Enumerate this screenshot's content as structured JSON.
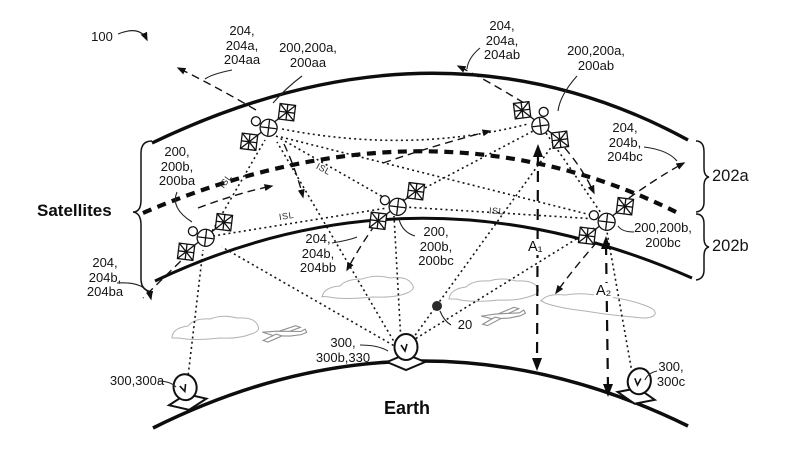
{
  "diagram": {
    "figure_ref": "100",
    "group_label": "Satellites",
    "earth_label": "Earth",
    "obstruction_ref": "20",
    "isl_label": "ISL",
    "shells": {
      "upper": "202a",
      "lower": "202b"
    },
    "altitudes": {
      "a1": "A₁",
      "a2": "A₂"
    },
    "satellite_labels": {
      "upper_left": "200,200a,\n200aa",
      "upper_right": "200,200a,\n200ab",
      "lower_left": "200,\n200b,\n200ba",
      "lower_center": "200,\n200b,\n200bc",
      "lower_right": "200,200b,\n200bc"
    },
    "beam_labels": {
      "upper_left": "204,\n204a,\n204aa",
      "upper_right": "204,\n204a,\n204ab",
      "right": "204,\n204b,\n204bc",
      "lower_left": "204,\n204b,\n204ba",
      "lower_center": "204,\n204b,\n204bb"
    },
    "ground_station_labels": {
      "left": "300,300a",
      "center": "300,\n300b,330",
      "right": "300,\n300c"
    },
    "colors": {
      "ink": "#111111",
      "sketch_gray": "#9a9a9a"
    }
  }
}
